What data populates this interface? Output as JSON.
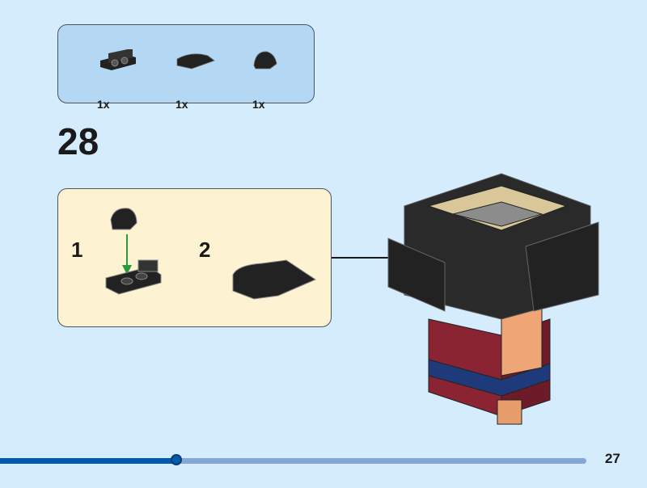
{
  "parts_list": [
    {
      "name": "bracket-plate",
      "qty": "1x"
    },
    {
      "name": "curved-slope",
      "qty": "1x"
    },
    {
      "name": "curved-brick",
      "qty": "1x"
    }
  ],
  "step_number": "28",
  "substeps": [
    {
      "num": "1"
    },
    {
      "num": "2"
    }
  ],
  "progress": {
    "fraction": 0.3
  },
  "page_number": "27",
  "colors": {
    "background": "#d4ecfb",
    "parts_box": "#b4d8f3",
    "substep_box": "#fdf3d2",
    "progress_fill": "#005baa",
    "progress_track": "#85a7d8"
  }
}
